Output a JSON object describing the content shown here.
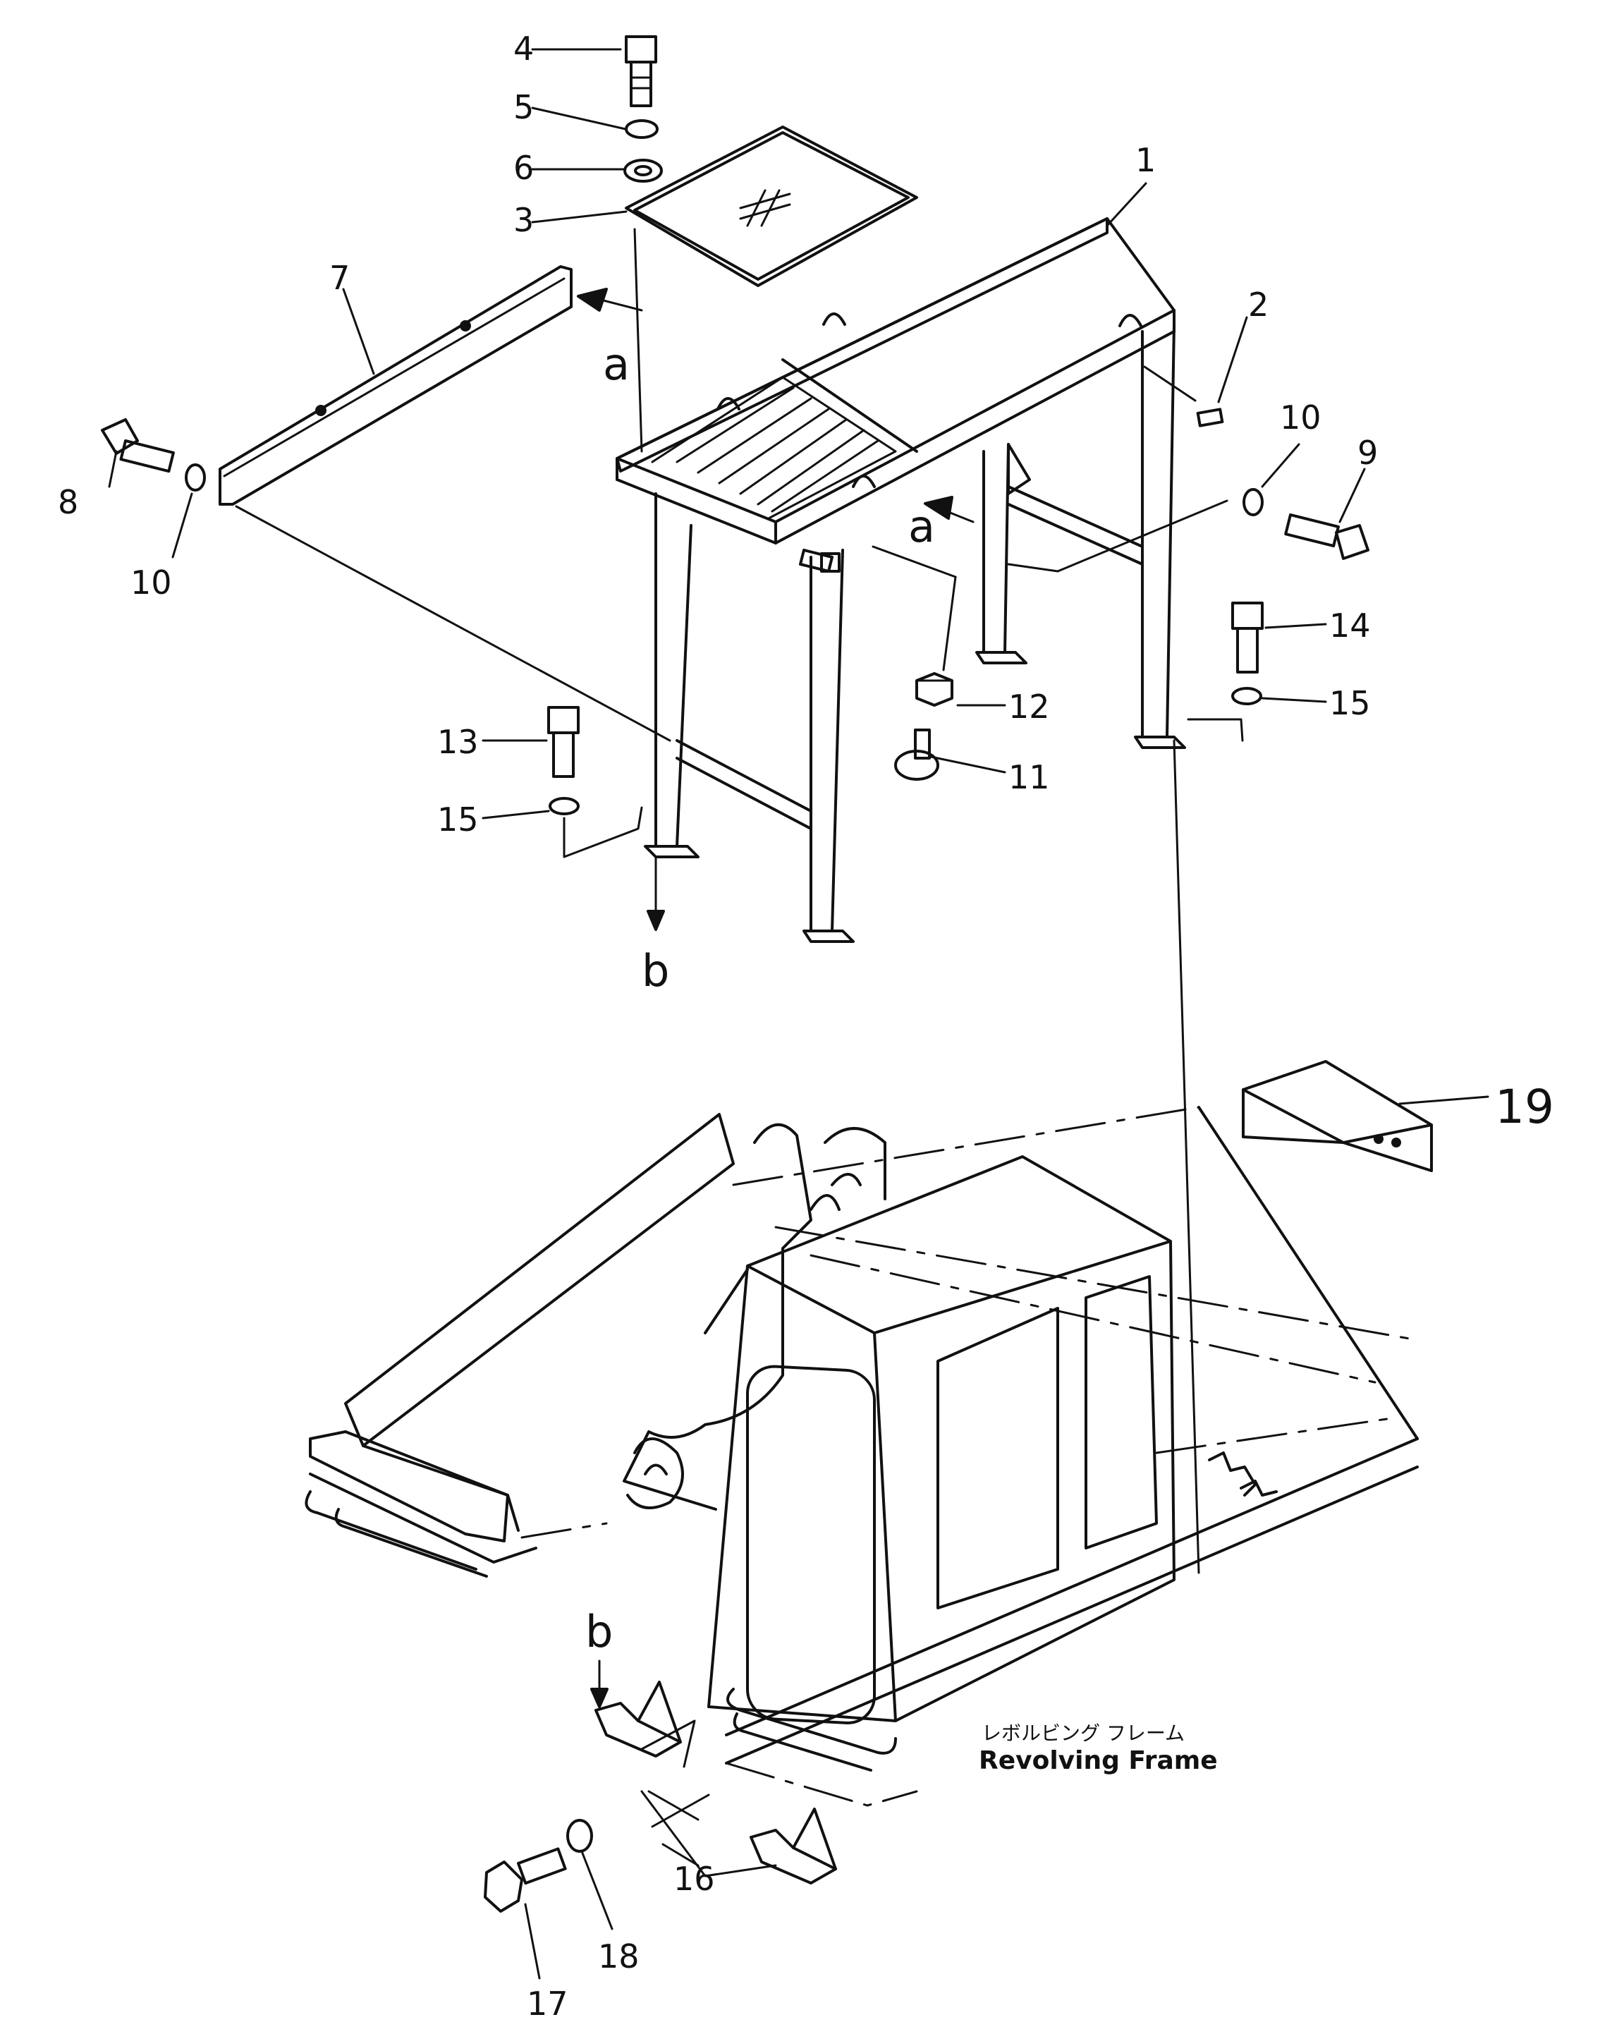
{
  "callouts": {
    "c1": "1",
    "c2": "2",
    "c3": "3",
    "c4": "4",
    "c5": "5",
    "c6": "6",
    "c7": "7",
    "c8": "8",
    "c9": "9",
    "c10a": "10",
    "c10b": "10",
    "c11": "11",
    "c12": "12",
    "c13": "13",
    "c14": "14",
    "c15a": "15",
    "c15b": "15",
    "c16": "16",
    "c17": "17",
    "c18": "18",
    "c19": "19"
  },
  "view_letters": {
    "a1": "a",
    "a2": "a",
    "b1": "b",
    "b2": "b"
  },
  "frame_label": {
    "japanese": "レボルビング フレーム",
    "english": "Revolving Frame"
  }
}
